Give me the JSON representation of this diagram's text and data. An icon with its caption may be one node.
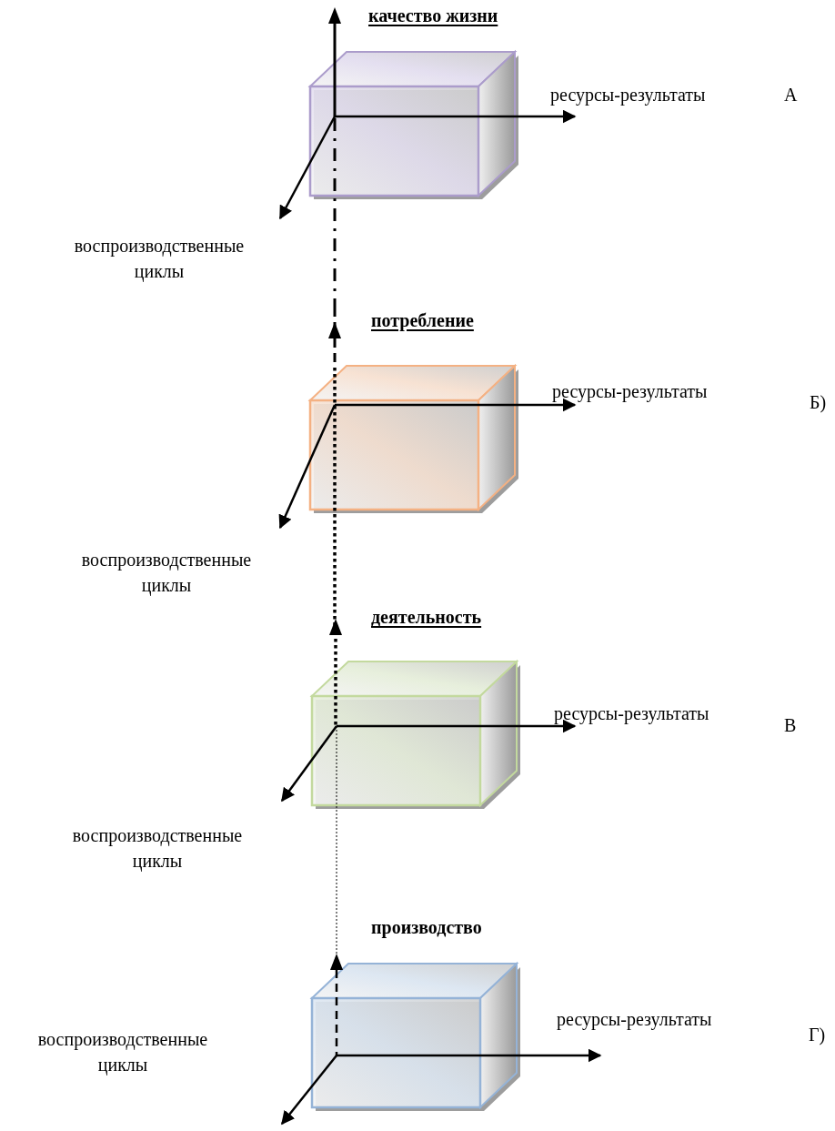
{
  "diagram": {
    "nodes": [
      {
        "text": [
          "качество жизни"
        ]
      },
      {
        "text": [
          "потребление"
        ]
      },
      {
        "text": [
          "деятельность"
        ]
      },
      {
        "text": [
          "производство"
        ]
      }
    ],
    "labels": [
      "ресурсы-результаты",
      "А",
      "воспроизводственные циклы",
      "ресурсы-результаты",
      "Б)",
      "воспроизводственные циклы",
      "ресурсы-результаты",
      "В",
      "воспроизводственные циклы",
      "ресурсы-результаты",
      "Г)",
      "воспроизводственные циклы"
    ]
  }
}
